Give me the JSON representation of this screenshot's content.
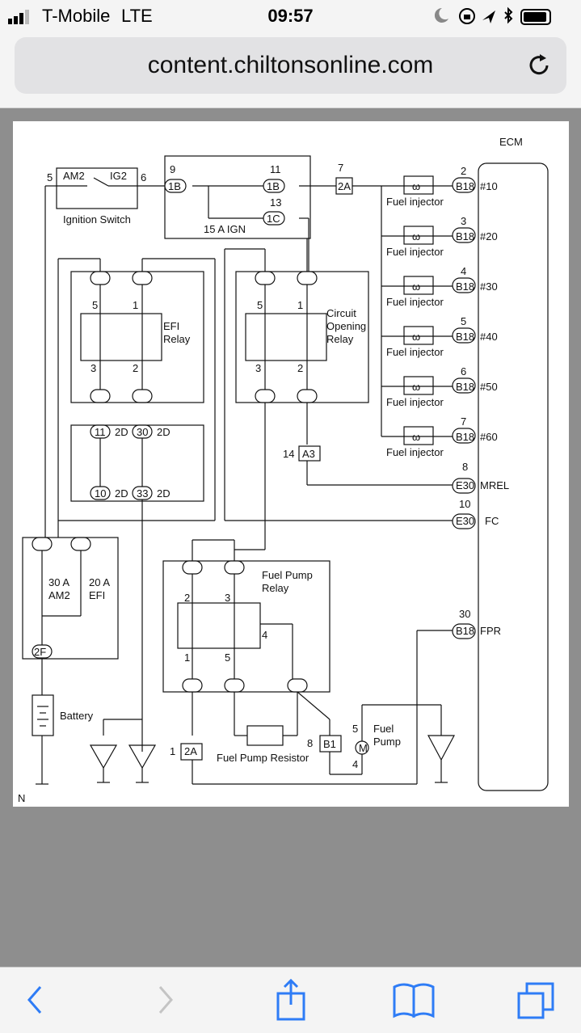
{
  "status": {
    "carrier": "T-Mobile",
    "network": "LTE",
    "time": "09:57"
  },
  "browser": {
    "url": "content.chiltonsonline.com"
  },
  "diagram": {
    "ecm_label": "ECM",
    "ignition_switch": {
      "label": "Ignition Switch",
      "am2": "AM2",
      "ig2": "IG2",
      "pin_left": "5",
      "pin_right": "6"
    },
    "junction_top": {
      "pin9": "9",
      "c1": "1B",
      "pin11": "11",
      "c2": "1B",
      "pin13": "13",
      "c3": "1C",
      "fuse": "15 A IGN"
    },
    "connector_2a_top": {
      "pin": "7",
      "id": "2A"
    },
    "injectors": [
      {
        "label": "Fuel injector",
        "pin": "2",
        "conn": "B18",
        "ecm": "#10"
      },
      {
        "label": "Fuel injector",
        "pin": "3",
        "conn": "B18",
        "ecm": "#20"
      },
      {
        "label": "Fuel injector",
        "pin": "4",
        "conn": "B18",
        "ecm": "#30"
      },
      {
        "label": "Fuel injector",
        "pin": "5",
        "conn": "B18",
        "ecm": "#40"
      },
      {
        "label": "Fuel injector",
        "pin": "6",
        "conn": "B18",
        "ecm": "#50"
      },
      {
        "label": "Fuel injector",
        "pin": "7",
        "conn": "B18",
        "ecm": "#60"
      }
    ],
    "efi_relay": {
      "l1": "EFI",
      "l2": "Relay",
      "p5": "5",
      "p1": "1",
      "p3": "3",
      "p2": "2",
      "c": "2"
    },
    "circuit_relay": {
      "l1": "Circuit",
      "l2": "Opening",
      "l3": "Relay",
      "p5": "5",
      "p1": "1",
      "p3": "3",
      "p2": "2",
      "c": "2"
    },
    "conn_2d": {
      "a": "11",
      "b": "30",
      "c": "10",
      "d": "33",
      "tag": "2D"
    },
    "a3": {
      "pin": "14",
      "id": "A3"
    },
    "mrel": {
      "pin": "8",
      "conn": "E30",
      "ecm": "MREL"
    },
    "fc": {
      "pin": "10",
      "conn": "E30",
      "ecm": "FC"
    },
    "fpr": {
      "pin": "30",
      "conn": "B18",
      "ecm": "FPR"
    },
    "fuse_block": {
      "f1": "30 A",
      "f1b": "AM2",
      "f2": "20 A",
      "f2b": "EFI",
      "c": "2",
      "bottom": "2F"
    },
    "battery": "Battery",
    "fp_relay": {
      "l1": "Fuel Pump",
      "l2": "Relay",
      "p2": "2",
      "p3": "3",
      "p1": "1",
      "p5": "5",
      "p4": "4",
      "c": "2"
    },
    "conn_2a_bottom": {
      "pin": "1",
      "id": "2A"
    },
    "resistor": "Fuel Pump Resistor",
    "b1": {
      "pin": "8",
      "id": "B1"
    },
    "pump": {
      "l1": "Fuel",
      "l2": "Pump",
      "p5": "5",
      "p4": "4",
      "m": "M"
    },
    "n_mark": "N"
  },
  "toolbar": {
    "back": "back-icon",
    "forward": "forward-icon",
    "share": "share-icon",
    "bookmarks": "bookmarks-icon",
    "tabs": "tabs-icon"
  }
}
